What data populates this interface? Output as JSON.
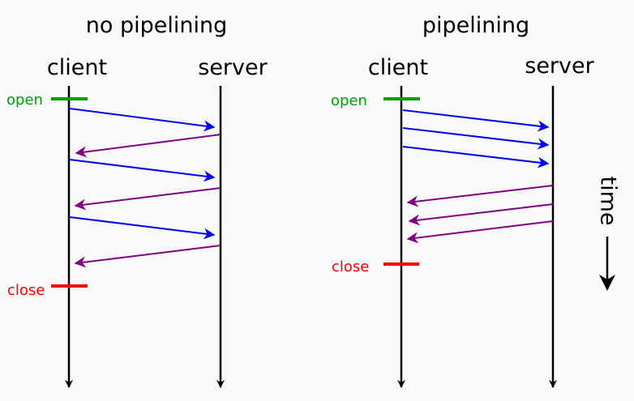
{
  "colors": {
    "background": "#f8f9fa",
    "line": "#000000",
    "request": "#0000ee",
    "response": "#800080",
    "open": "#00a000",
    "close": "#ff0000"
  },
  "left": {
    "title": "no pipelining",
    "client_label": "client",
    "server_label": "server",
    "open_label": "open",
    "close_label": "close"
  },
  "right": {
    "title": "pipelining",
    "client_label": "client",
    "server_label": "server",
    "open_label": "open",
    "close_label": "close"
  },
  "time_label": "time"
}
